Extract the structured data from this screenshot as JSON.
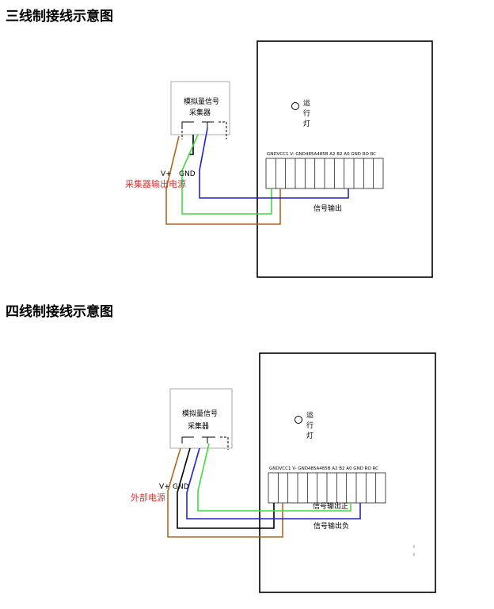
{
  "diagram1": {
    "title": "三线制接线示意图",
    "collector_label_1": "模拟量信号",
    "collector_label_2": "采集器",
    "led_label_1": "运",
    "led_label_2": "行",
    "led_label_3": "灯",
    "terminal_header": "GNDVCC1 V- GND485A485B A2 B2 A0 GND RO RC",
    "vplus_label": "V+",
    "gnd_label": "GND",
    "power_label": "采集器输出电源",
    "output_label": "信号输出"
  },
  "diagram2": {
    "title": "四线制接线示意图",
    "collector_label_1": "模拟量信号",
    "collector_label_2": "采集器",
    "led_label_1": "运",
    "led_label_2": "行",
    "led_label_3": "灯",
    "terminal_header": "GNDVCC1 V- GND485A485B A2 B2 A0 GND RO RC",
    "vplus_label": "V+",
    "gnd_label": "GND",
    "power_label": "外部电源",
    "output_pos_label": "信号输出正",
    "output_neg_label": "信号输出负"
  },
  "wire_colors": {
    "brown": "#b5651d",
    "green": "#3ddc3d",
    "blue": "#2222cc",
    "black": "#000000"
  }
}
